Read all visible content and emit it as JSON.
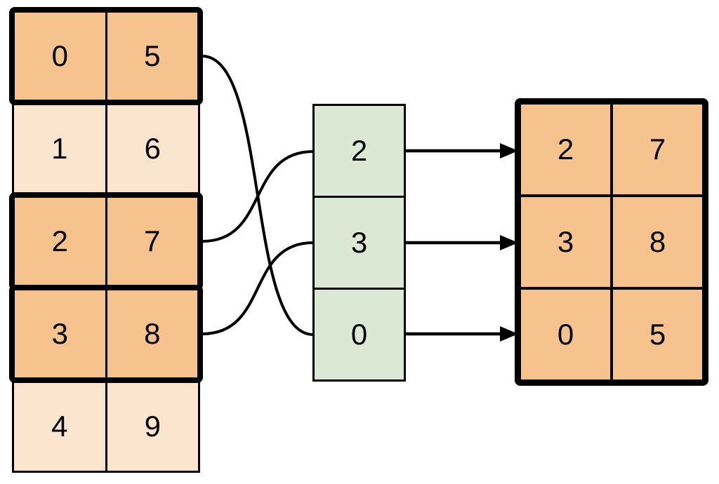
{
  "left_table": {
    "rows": [
      {
        "cells": [
          "0",
          "5"
        ],
        "highlighted": true
      },
      {
        "cells": [
          "1",
          "6"
        ],
        "highlighted": false
      },
      {
        "cells": [
          "2",
          "7"
        ],
        "highlighted": true
      },
      {
        "cells": [
          "3",
          "8"
        ],
        "highlighted": true
      },
      {
        "cells": [
          "4",
          "9"
        ],
        "highlighted": false
      }
    ]
  },
  "index_column": {
    "cells": [
      "2",
      "3",
      "0"
    ]
  },
  "result_table": {
    "rows": [
      {
        "cells": [
          "2",
          "7"
        ]
      },
      {
        "cells": [
          "3",
          "8"
        ]
      },
      {
        "cells": [
          "0",
          "5"
        ]
      }
    ]
  },
  "links": {
    "curves": [
      {
        "from_left_row": 0,
        "to_index_cell": 2
      },
      {
        "from_left_row": 2,
        "to_index_cell": 0
      },
      {
        "from_left_row": 3,
        "to_index_cell": 1
      }
    ],
    "arrows": [
      {
        "from_index_cell": 0,
        "to_result_row": 0
      },
      {
        "from_index_cell": 1,
        "to_result_row": 1
      },
      {
        "from_index_cell": 2,
        "to_result_row": 2
      }
    ]
  },
  "colors": {
    "highlight_fill": "#F6C28E",
    "muted_fill": "#FBE5CE",
    "index_fill": "#DAE8D4",
    "stroke": "#000000",
    "background": "#FFFFFF"
  }
}
